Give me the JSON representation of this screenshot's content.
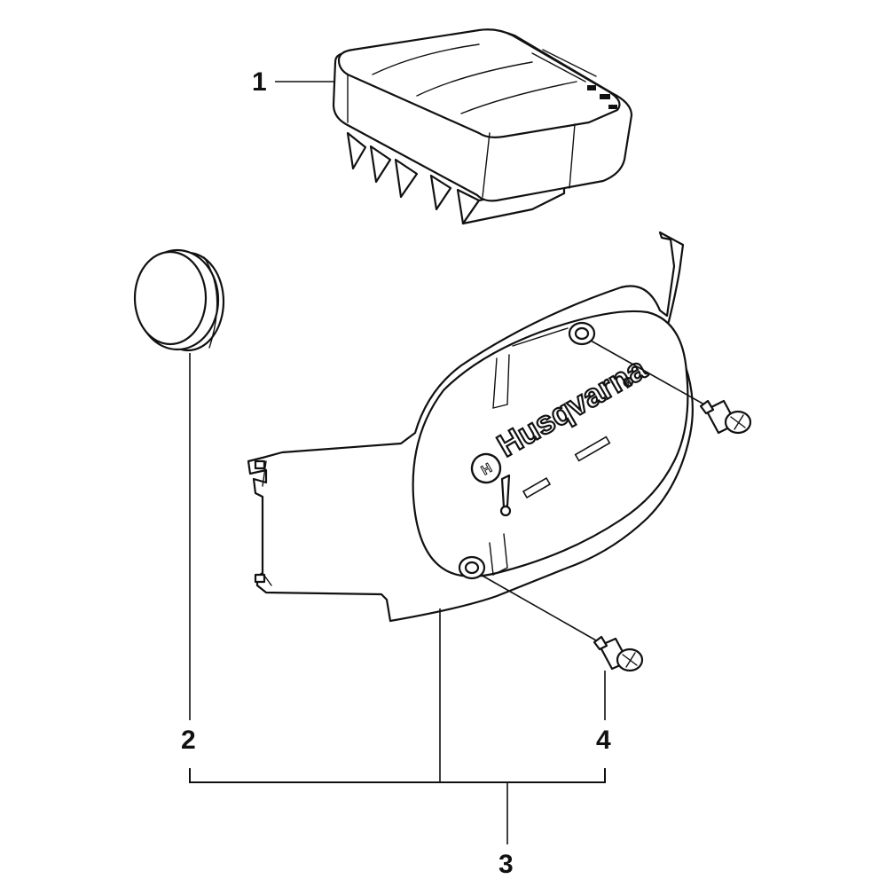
{
  "callouts": {
    "part_1": "1",
    "part_2": "2",
    "part_3": "3",
    "part_4": "4"
  },
  "cover": {
    "brand_text": "Husqvarna",
    "registered_mark": "®",
    "emblem_text": "H"
  },
  "icons": {
    "air_filter": "air-filter-icon",
    "rubber_plug": "rubber-plug-icon",
    "cylinder_cover": "cylinder-cover-icon",
    "screw": "screw-icon",
    "thermometer": "thermometer-icon"
  },
  "colors": {
    "line": "#111111",
    "background": "#ffffff"
  }
}
